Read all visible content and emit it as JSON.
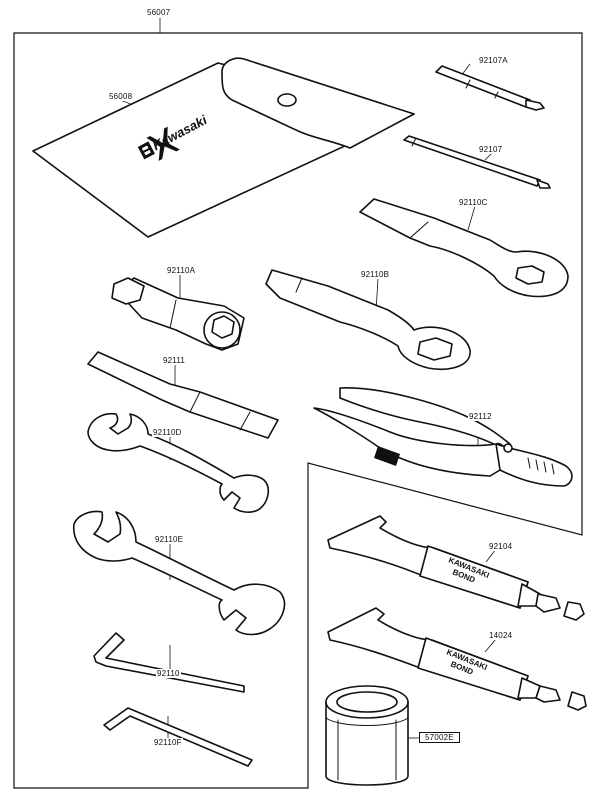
{
  "diagram": {
    "part_labels": {
      "toolkit_frame": "56007",
      "pouch": "56008",
      "screwdriver_bit": "92107A",
      "screwdriver_handle": "92107",
      "box_wrench_c": "92110C",
      "plug_wrench": "92110A",
      "box_wrench_b": "92110B",
      "bar_handle": "92111",
      "pliers": "92112",
      "wrench_d": "92110D",
      "bond_tube_1": "92104",
      "wrench_e": "92110E",
      "bond_tube_2": "14024",
      "hex_key_1": "92110",
      "hex_key_2": "92110F",
      "bond_can": "57002E"
    },
    "brand_text": {
      "pouch": "Kawasaki",
      "tube_line_1": "KAWASAKI",
      "tube_line_2": "BOND"
    },
    "colors": {
      "ink": "#111111",
      "paper": "#ffffff"
    }
  }
}
